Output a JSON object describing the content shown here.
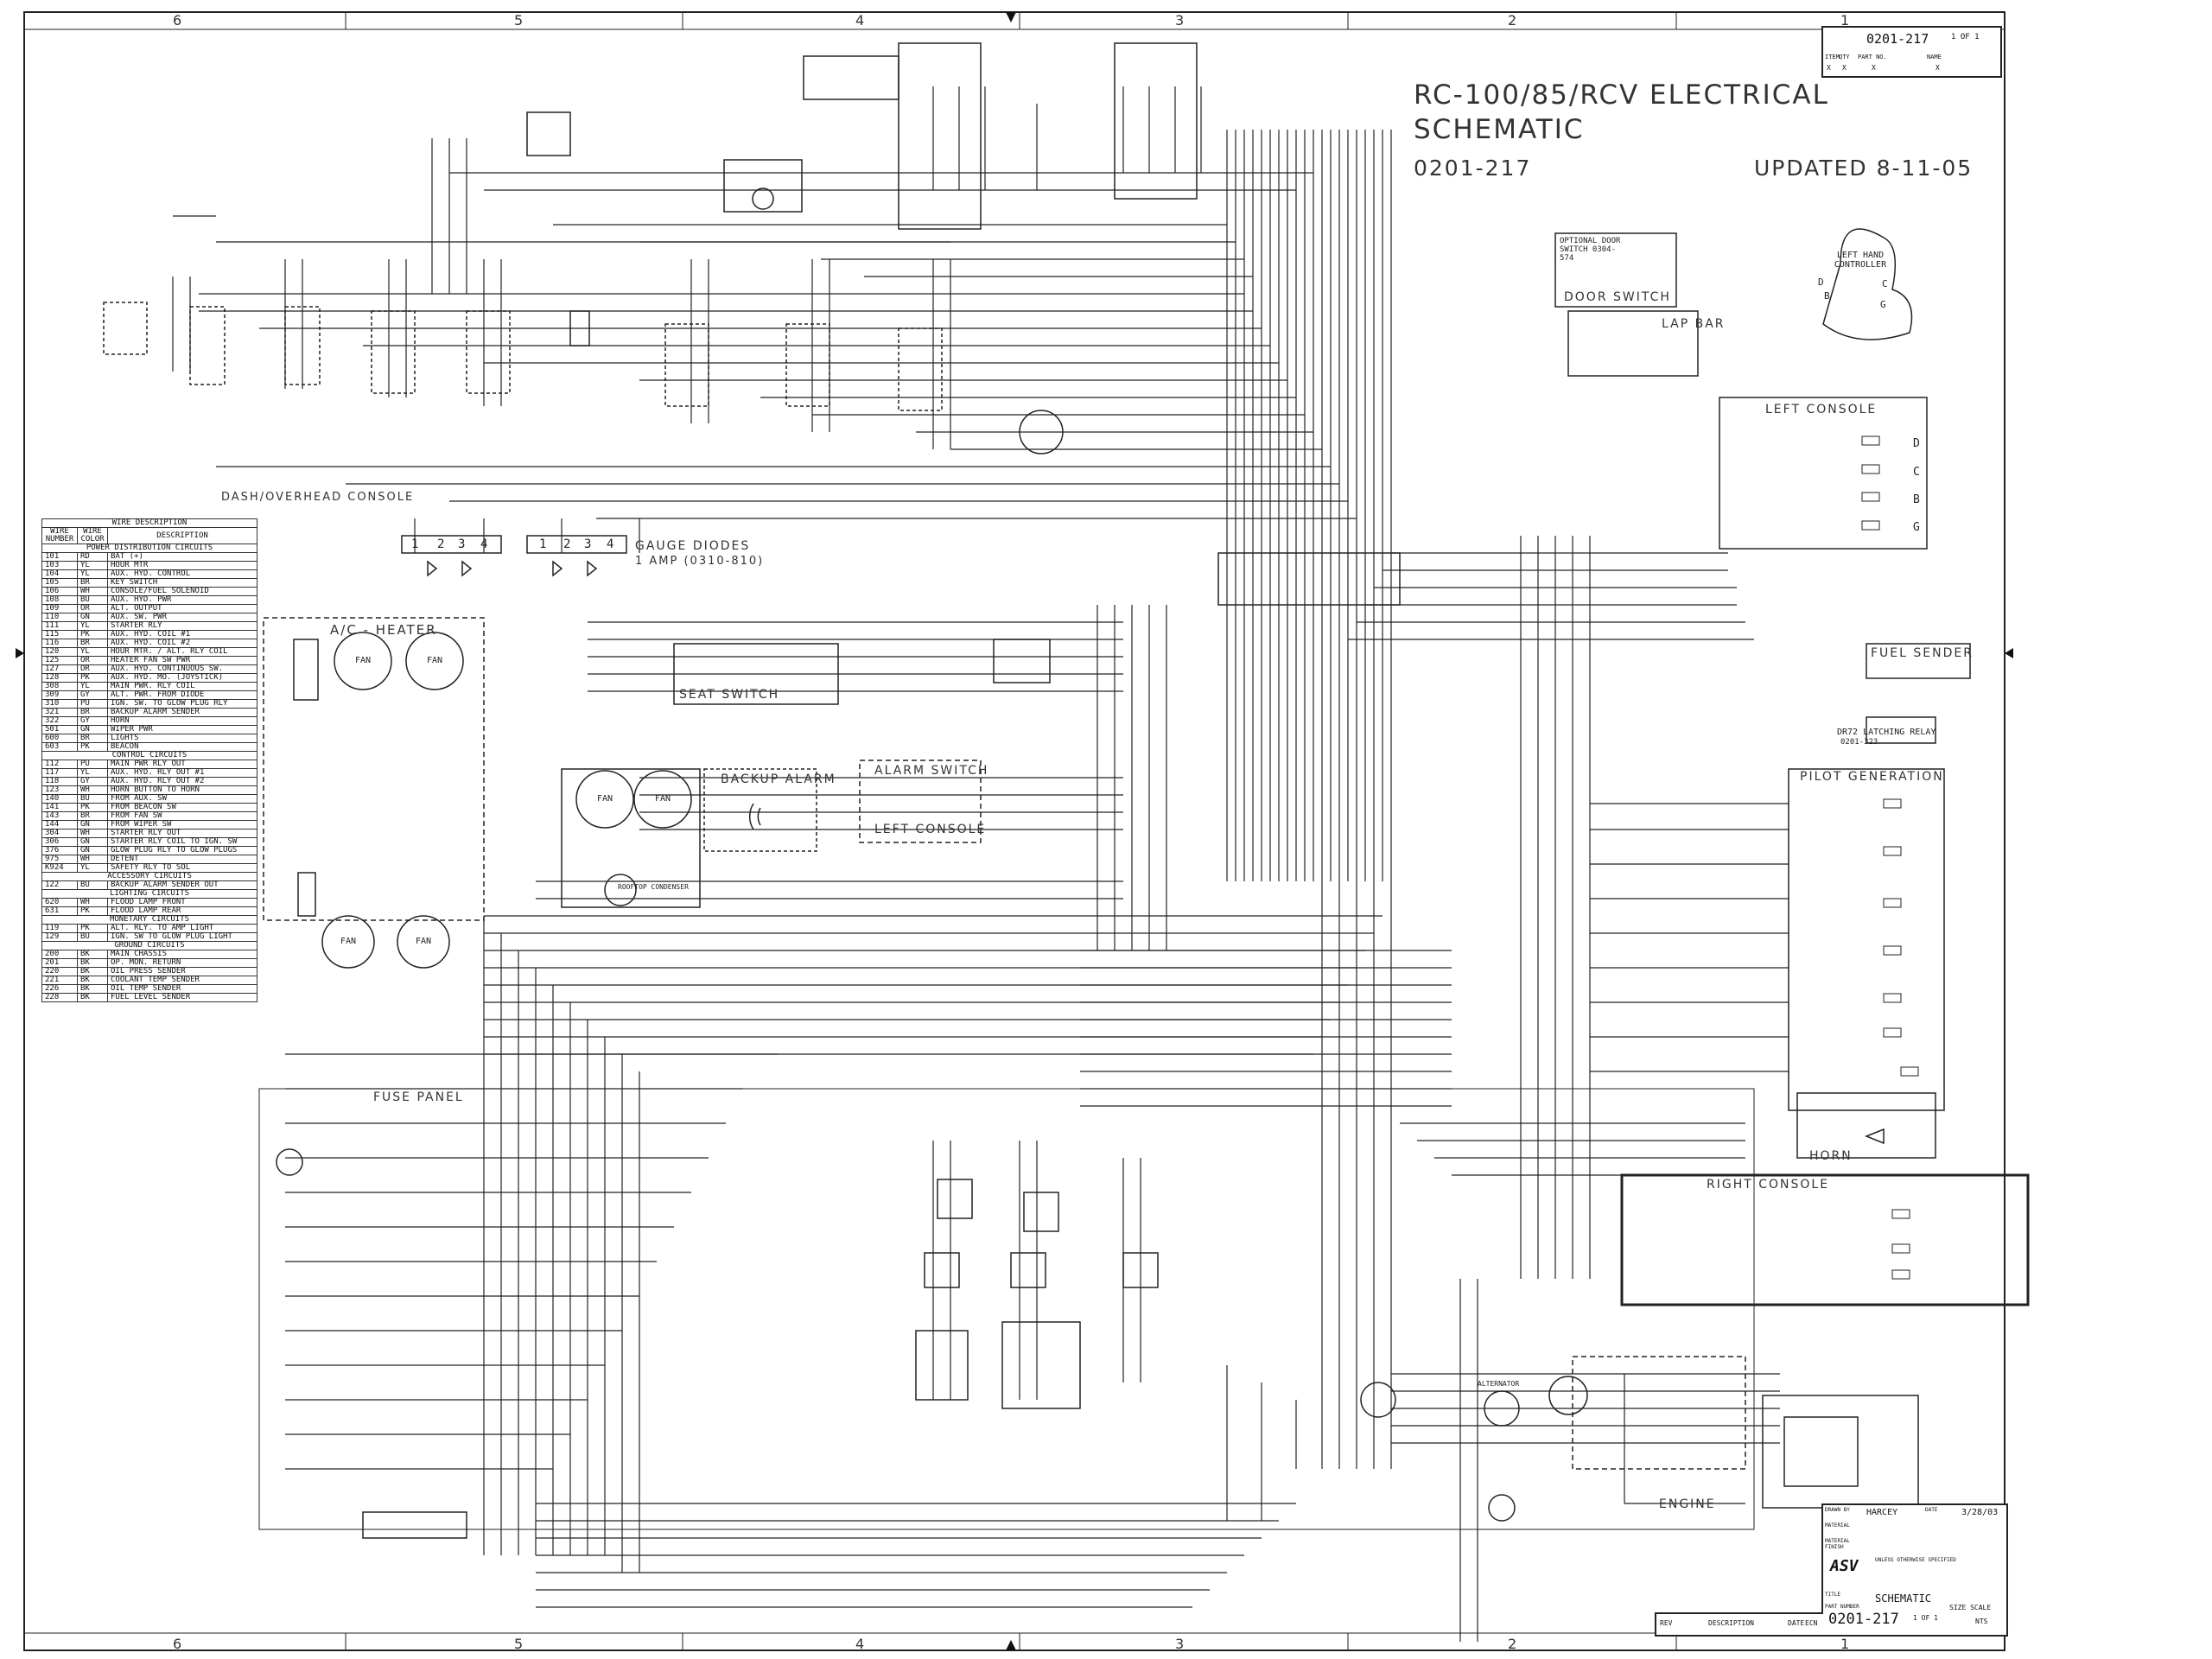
{
  "title": {
    "line1": "RC-100/85/RCV ELECTRICAL",
    "line2": "SCHEMATIC",
    "part": "0201-217",
    "updated": "UPDATED 8-11-05"
  },
  "border_numbers": [
    "6",
    "5",
    "4",
    "3",
    "2",
    "1"
  ],
  "revision_block": {
    "part": "0201-217",
    "sheet": "1 OF 1",
    "headers": [
      "ITEM",
      "QTY",
      "PART NO.",
      "NAME"
    ],
    "row": [
      "X",
      "X",
      "X",
      "X"
    ]
  },
  "section_labels": {
    "dash": "DASH/OVERHEAD CONSOLE",
    "gauge_diodes": "GAUGE DIODES",
    "gauge_diodes_sub": "1 AMP (0310-810)",
    "ac_heater": "A/C - HEATER",
    "fan": "FAN",
    "seat_switch": "SEAT SWITCH",
    "backup_alarm": "BACKUP ALARM",
    "alarm_switch": "ALARM SWITCH",
    "left_console_small": "LEFT CONSOLE",
    "fuse_panel": "FUSE PANEL",
    "optional_door": "OPTIONAL DOOR SWITCH 0304-574",
    "door_switch": "DOOR SWITCH",
    "lap_bar": "LAP BAR",
    "left_hand_controller": "LEFT HAND CONTROLLER",
    "left_console": "LEFT CONSOLE",
    "fuel_sender": "FUEL SENDER",
    "latching_relay": "DR72 LATCHING RELAY",
    "latching_relay_part": "0201-323",
    "pilot_generation": "PILOT GENERATION",
    "horn": "HORN",
    "right_console": "RIGHT CONSOLE",
    "engine": "ENGINE",
    "alternator": "ALTERNATOR",
    "rooftop": "ROOFTOP CONDENSER",
    "diode_pins": [
      "1",
      "2",
      "3",
      "4"
    ],
    "joystick_letters": [
      "D",
      "B",
      "C",
      "G"
    ],
    "console_letters": [
      "D",
      "C",
      "B",
      "G"
    ]
  },
  "wire_table": {
    "title": "WIRE DESCRIPTION",
    "headers": [
      "WIRE NUMBER",
      "WIRE COLOR",
      "DESCRIPTION"
    ],
    "sections": [
      {
        "name": "POWER DISTRIBUTION CIRCUITS",
        "rows": [
          [
            "101",
            "RD",
            "BAT (+)"
          ],
          [
            "103",
            "YL",
            "HOUR MTR"
          ],
          [
            "104",
            "YL",
            "AUX. HYD. CONTROL"
          ],
          [
            "105",
            "BR",
            "KEY SWITCH"
          ],
          [
            "106",
            "WH",
            "CONSOLE/FUEL SOLENOID"
          ],
          [
            "108",
            "BU",
            "AUX. HYD. PWR"
          ],
          [
            "109",
            "OR",
            "ALT. OUTPUT"
          ],
          [
            "110",
            "GN",
            "AUX. SW. PWR"
          ],
          [
            "111",
            "YL",
            "STARTER RLY"
          ],
          [
            "115",
            "PK",
            "AUX. HYD. COIL #1"
          ],
          [
            "116",
            "BR",
            "AUX. HYD. COIL #2"
          ],
          [
            "120",
            "YL",
            "HOUR MTR. / ALT. RLY COIL"
          ],
          [
            "125",
            "OR",
            "HEATER FAN SW PWR"
          ],
          [
            "127",
            "OR",
            "AUX. HYD. CONTINUOUS SW."
          ],
          [
            "128",
            "PK",
            "AUX. HYD. MO. (JOYSTICK)"
          ],
          [
            "308",
            "YL",
            "MAIN PWR. RLY COIL"
          ],
          [
            "309",
            "GY",
            "ALT. PWR. FROM DIODE"
          ],
          [
            "310",
            "PU",
            "IGN. SW. TO GLOW PLUG RLY"
          ],
          [
            "321",
            "BR",
            "BACKUP ALARM SENDER"
          ],
          [
            "322",
            "GY",
            "HORN"
          ],
          [
            "501",
            "GN",
            "WIPER PWR"
          ],
          [
            "600",
            "BR",
            "LIGHTS"
          ],
          [
            "603",
            "PK",
            "BEACON"
          ]
        ]
      },
      {
        "name": "CONTROL CIRCUITS",
        "rows": [
          [
            "112",
            "PU",
            "MAIN PWR RLY OUT"
          ],
          [
            "117",
            "YL",
            "AUX. HYD. RLY OUT #1"
          ],
          [
            "118",
            "GY",
            "AUX. HYD. RLY OUT #2"
          ],
          [
            "123",
            "WH",
            "HORN BUTTON TO HORN"
          ],
          [
            "140",
            "BU",
            "FROM AUX. SW"
          ],
          [
            "141",
            "PK",
            "FROM BEACON SW"
          ],
          [
            "143",
            "BR",
            "FROM FAN SW"
          ],
          [
            "144",
            "GN",
            "FROM WIPER SW"
          ],
          [
            "304",
            "WH",
            "STARTER RLY OUT"
          ],
          [
            "306",
            "GN",
            "STARTER RLY COIL TO IGN. SW"
          ],
          [
            "376",
            "GN",
            "GLOW PLUG RLY TO GLOW PLUGS"
          ],
          [
            "975",
            "WH",
            "DETENT"
          ],
          [
            "K924",
            "YL",
            "SAFETY RLY TO SOL"
          ]
        ]
      },
      {
        "name": "ACCESSORY CIRCUITS",
        "rows": [
          [
            "122",
            "BU",
            "BACKUP ALARM SENDER OUT"
          ]
        ]
      },
      {
        "name": "LIGHTING CIRCUITS",
        "rows": [
          [
            "620",
            "WH",
            "FLOOD LAMP FRONT"
          ],
          [
            "631",
            "PK",
            "FLOOD LAMP REAR"
          ]
        ]
      },
      {
        "name": "MONETARY CIRCUITS",
        "rows": [
          [
            "119",
            "PK",
            "ALT. RLY. TO AMP LIGHT"
          ],
          [
            "129",
            "BU",
            "IGN. SW TO GLOW PLUG LIGHT"
          ]
        ]
      },
      {
        "name": "GROUND CIRCUITS",
        "rows": [
          [
            "200",
            "BK",
            "MAIN CHASSIS"
          ],
          [
            "201",
            "BK",
            "OP. MON. RETURN"
          ],
          [
            "220",
            "BK",
            "OIL PRESS SENDER"
          ],
          [
            "221",
            "BK",
            "COOLANT TEMP SENDER"
          ],
          [
            "226",
            "BK",
            "OIL TEMP SENDER"
          ],
          [
            "228",
            "BK",
            "FUEL LEVEL SENDER"
          ]
        ]
      }
    ]
  },
  "title_block": {
    "drawn_by_label": "DRAWN BY",
    "drawn_by": "HARCEY",
    "date_label": "DATE",
    "date": "3/28/03",
    "material_label": "MATERIAL",
    "finish_label": "MATERIAL FINISH",
    "logo": "ASV",
    "notes_header": "UNLESS OTHERWISE SPECIFIED",
    "title_label": "TITLE",
    "title": "SCHEMATIC",
    "part_label": "PART NUMBER",
    "part": "0201-217",
    "sheet": "1 OF 1",
    "size_scale": "SIZE SCALE",
    "nts": "NTS",
    "rev_headers": [
      "REV",
      "DESCRIPTION",
      "DATE",
      "ECN"
    ]
  }
}
